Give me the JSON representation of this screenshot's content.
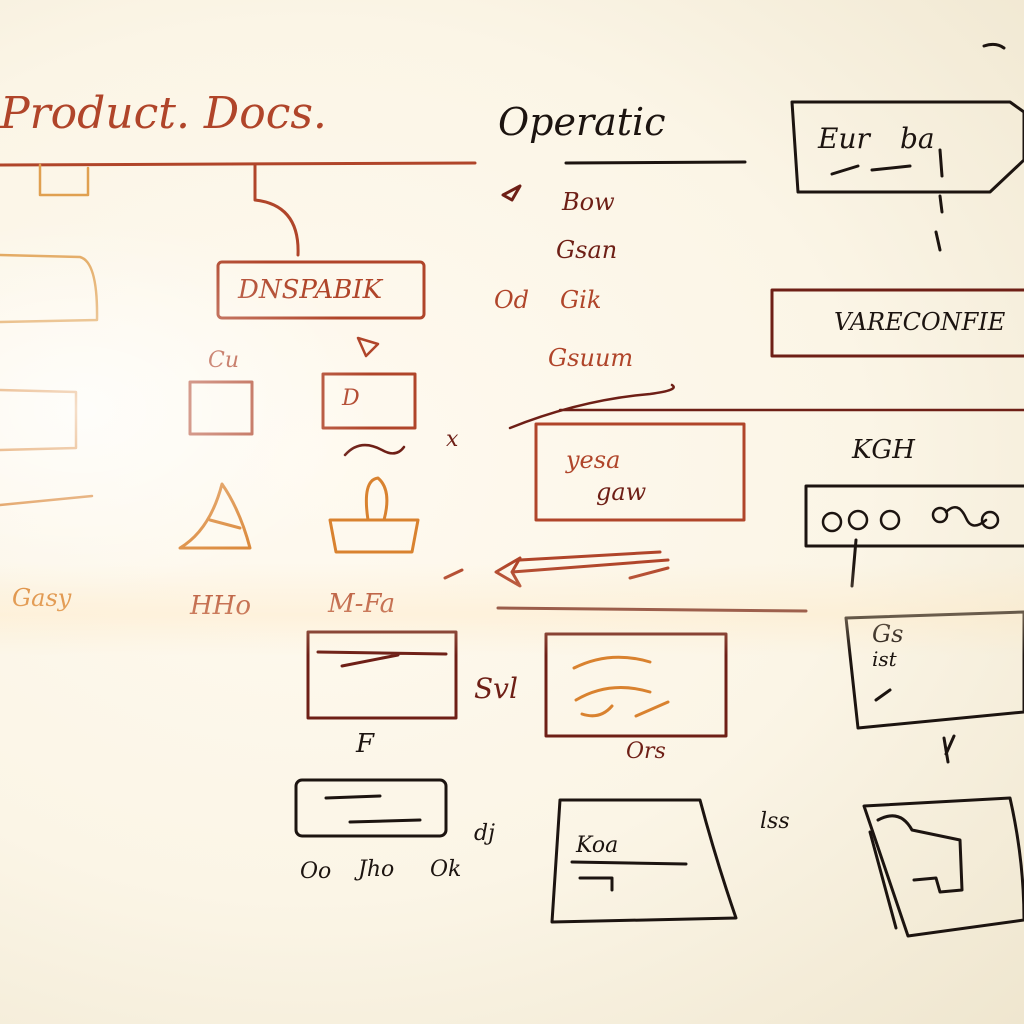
{
  "colors": {
    "board": "#fbf5e6",
    "ink_red": "#b0452a",
    "ink_dark_red": "#6e1f16",
    "ink_orange": "#d9822f",
    "ink_black": "#1c1410"
  },
  "heading": {
    "left": "Product. Docs.",
    "right": "Operatic"
  },
  "left": {
    "main_box": "DNSPABIK",
    "small_box_label": "Cu",
    "item1_caption": "HHo",
    "item2_caption": "M-Fa",
    "side_caption": "Gasy",
    "box2_label": "D"
  },
  "middle": {
    "list": [
      "Bow",
      "Gsan",
      "Gik",
      "Gsuum"
    ],
    "list_mark": "Od",
    "box_lines": [
      "yesa",
      "gaw"
    ],
    "star_mark": "x",
    "tilde_mark": "Svl",
    "lower_box_caption": "Ors",
    "f_mark": "F",
    "bottom_box_title": "Koa",
    "bottom_captions": [
      "Oo",
      "Jho",
      "Ok"
    ],
    "bottom_mark": "dj"
  },
  "right": {
    "top_box": "Eur",
    "top_box_small": "ba",
    "banner": "VARECONFIE",
    "label": "KGH",
    "small_box_mark": "Gs",
    "small_box_sub": "ist",
    "mark": "lss"
  }
}
